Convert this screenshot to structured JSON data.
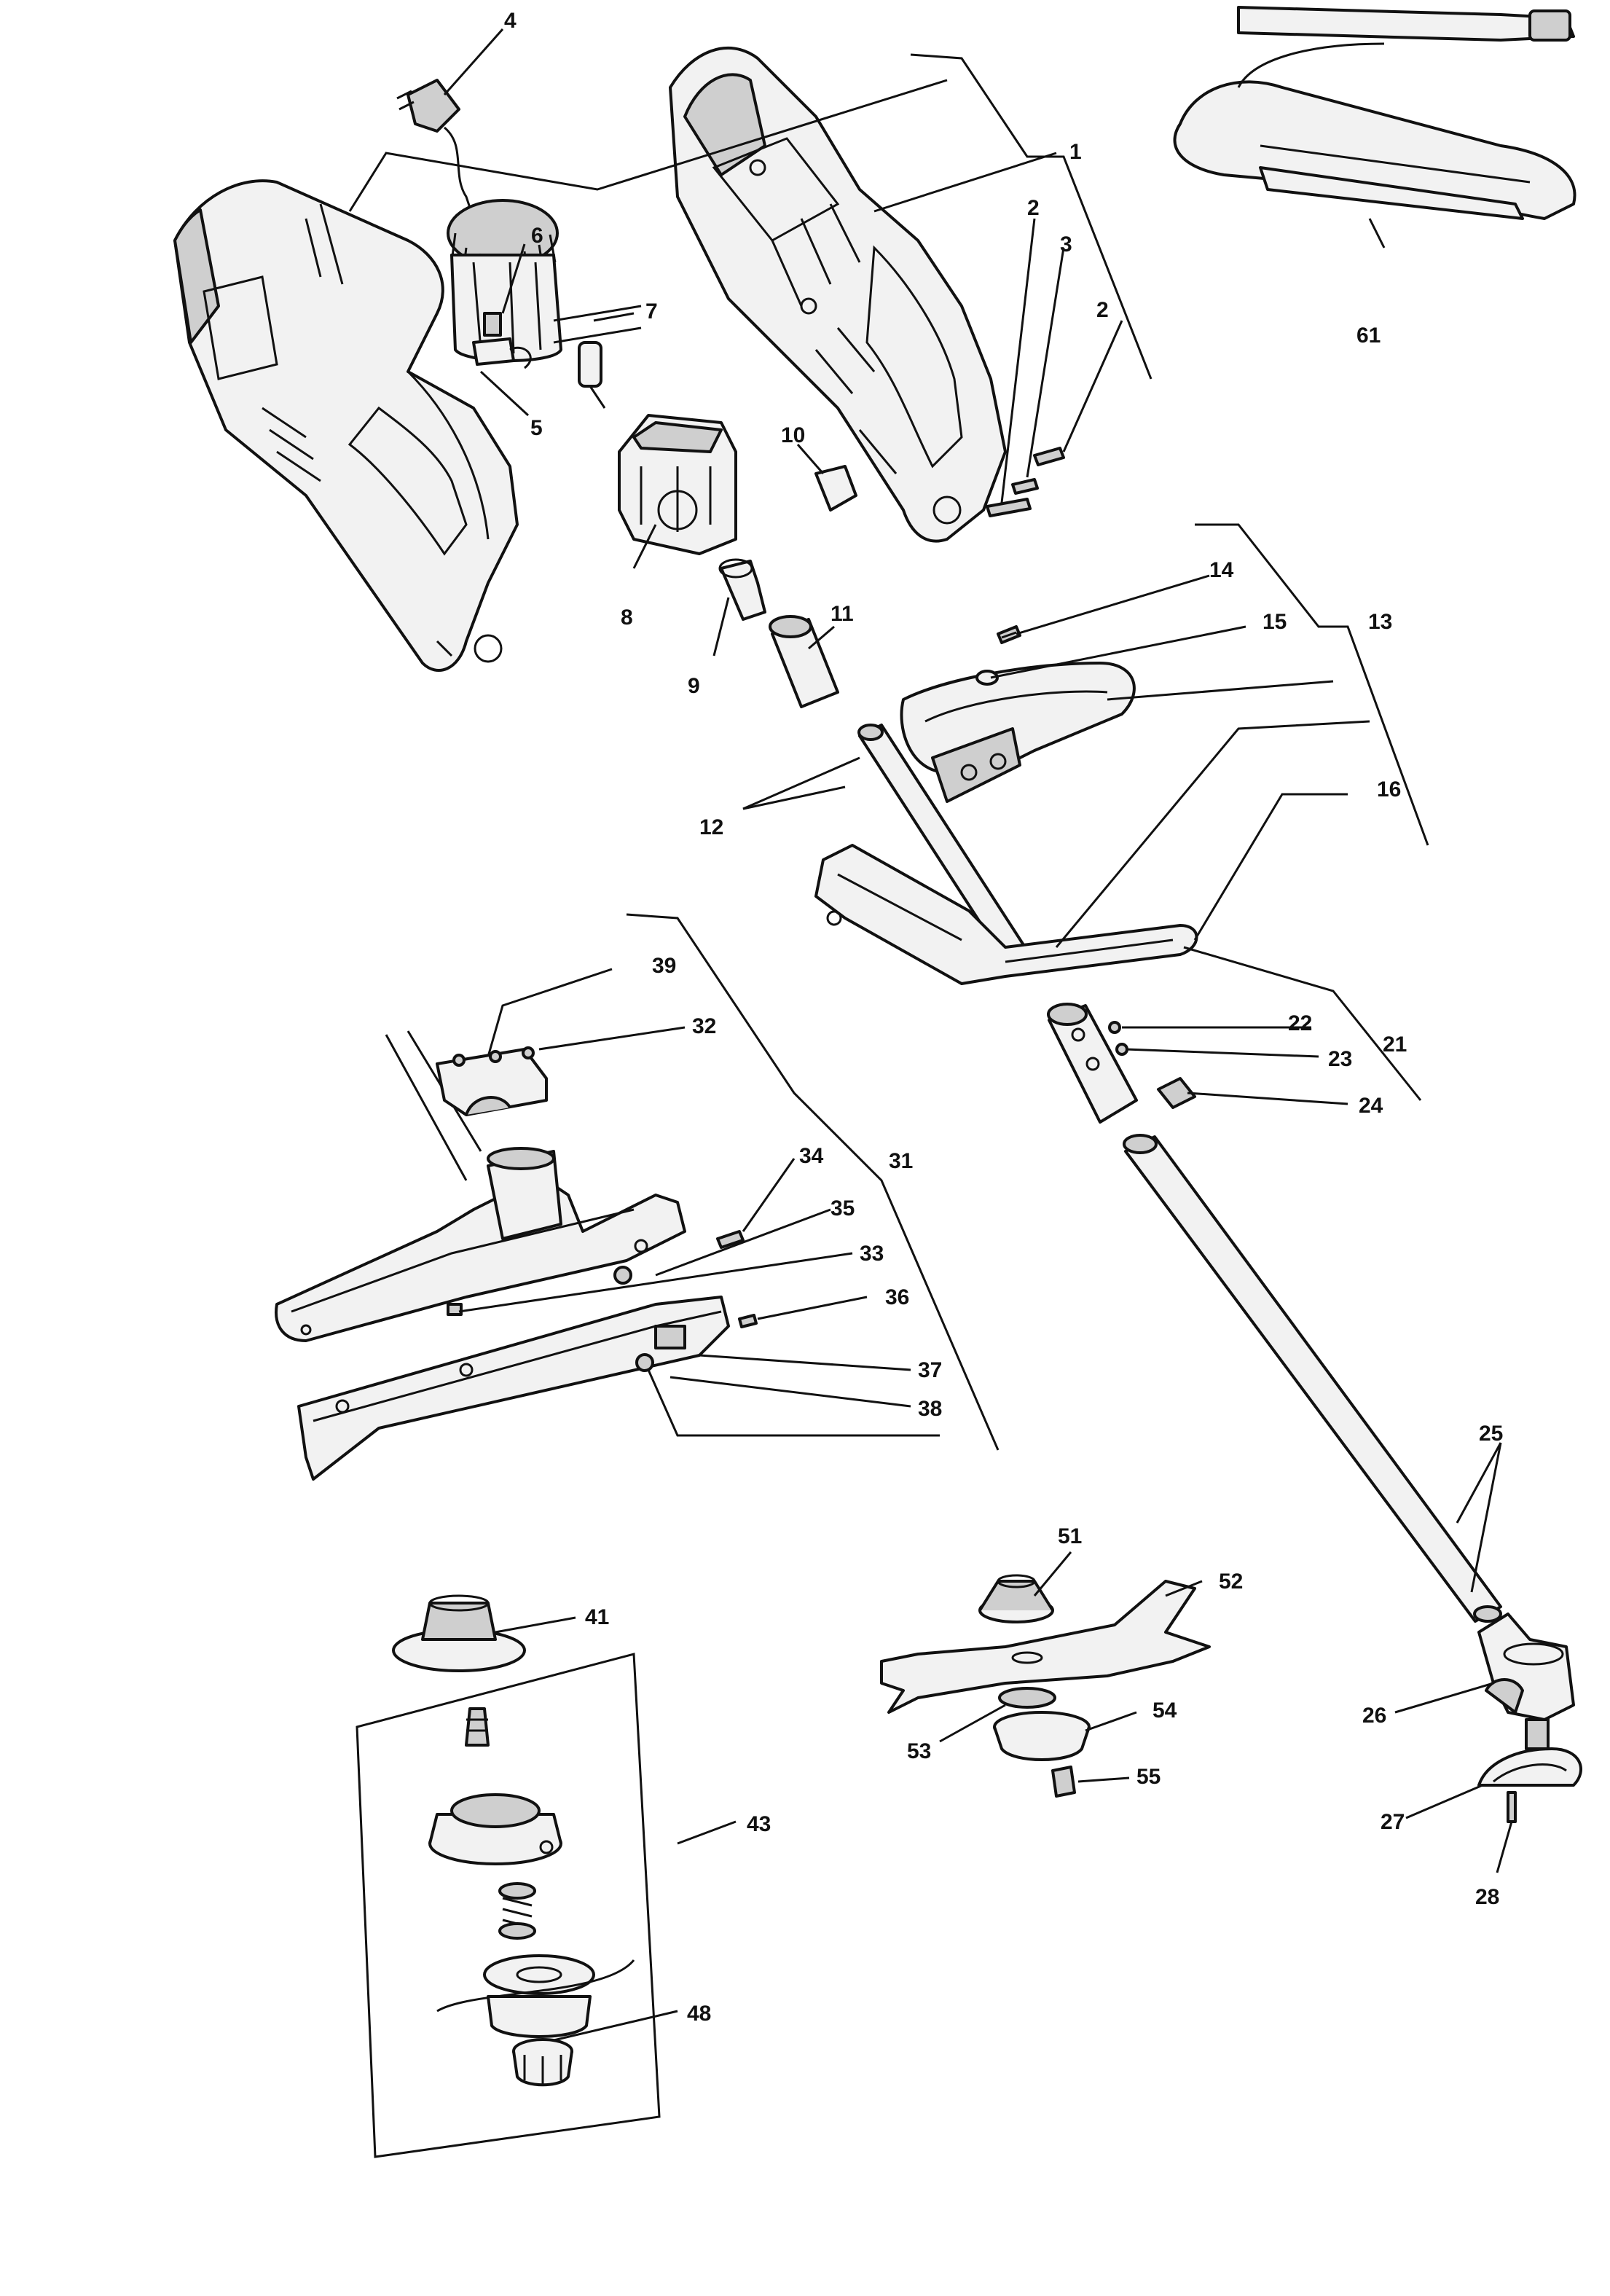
{
  "callouts": {
    "c1": "1",
    "c2a": "2",
    "c2b": "2",
    "c3": "3",
    "c4": "4",
    "c5": "5",
    "c6": "6",
    "c7": "7",
    "c8": "8",
    "c9": "9",
    "c10": "10",
    "c11": "11",
    "c12": "12",
    "c13": "13",
    "c14": "14",
    "c15": "15",
    "c16": "16",
    "c21": "21",
    "c22": "22",
    "c23": "23",
    "c24": "24",
    "c25": "25",
    "c26": "26",
    "c27": "27",
    "c28": "28",
    "c31": "31",
    "c32": "32",
    "c33": "33",
    "c34": "34",
    "c35": "35",
    "c36": "36",
    "c37": "37",
    "c38": "38",
    "c39": "39",
    "c41": "41",
    "c43": "43",
    "c48": "48",
    "c51": "51",
    "c52": "52",
    "c53": "53",
    "c54": "54",
    "c55": "55",
    "c61": "61"
  },
  "colors": {
    "line": "#111111",
    "fill": "#f2f2f2",
    "shade": "#cfcfcf",
    "background": "#ffffff"
  }
}
